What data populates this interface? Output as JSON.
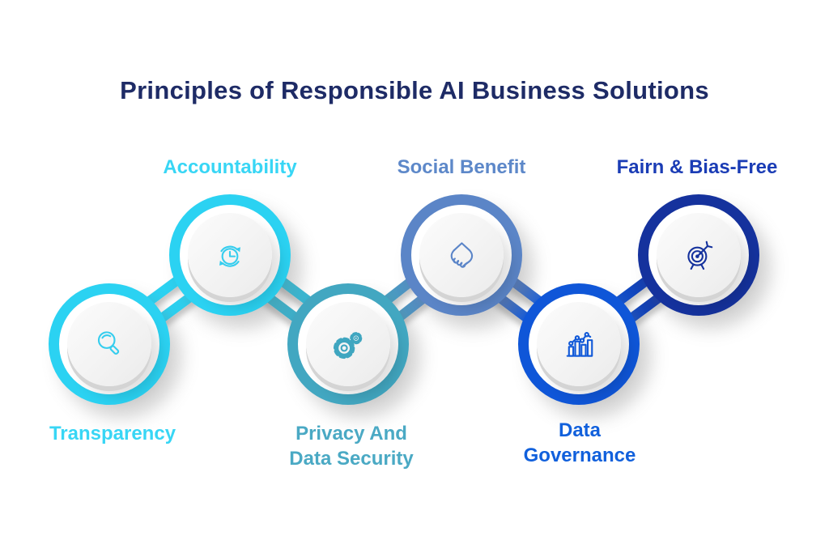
{
  "title": "Principles of Responsible AI Business Solutions",
  "title_color": "#1e2b66",
  "background_color": "#ffffff",
  "nodes": [
    {
      "label": "Transparency",
      "icon": "magnifier-icon",
      "ring_color": "#2bd2f2",
      "label_color": "#38d6f5",
      "row": "bottom"
    },
    {
      "label": "Accountability",
      "icon": "history-clock-icon",
      "ring_color": "#2bd2f2",
      "label_color": "#38d6f5",
      "row": "top"
    },
    {
      "label": "Privacy And\nData Security",
      "icon": "gears-icon",
      "ring_color": "#42a7c1",
      "label_color": "#4aa9c4",
      "row": "bottom"
    },
    {
      "label": "Social Benefit",
      "icon": "handshake-icon",
      "ring_color": "#5b85c7",
      "label_color": "#5d88c9",
      "row": "top"
    },
    {
      "label": "Data\nGovernance",
      "icon": "bar-chart-icon",
      "ring_color": "#0f56d8",
      "label_color": "#1160dc",
      "row": "bottom"
    },
    {
      "label": "Fairn & Bias-Free",
      "icon": "target-arrow-icon",
      "ring_color": "#15329d",
      "label_color": "#1a3cb5",
      "row": "top"
    }
  ],
  "connectors": [
    {
      "from": "Transparency",
      "to": "Accountability",
      "colors": [
        "#2bd2f2",
        "#2bd2f2"
      ]
    },
    {
      "from": "Accountability",
      "to": "Privacy And Data Security",
      "colors": [
        "#2bd2f2",
        "#42a7c1"
      ]
    },
    {
      "from": "Privacy And Data Security",
      "to": "Social Benefit",
      "colors": [
        "#42a7c1",
        "#5b85c7"
      ]
    },
    {
      "from": "Social Benefit",
      "to": "Data Governance",
      "colors": [
        "#5b85c7",
        "#0f56d8"
      ]
    },
    {
      "from": "Data Governance",
      "to": "Fairn & Bias-Free",
      "colors": [
        "#0f56d8",
        "#15329d"
      ]
    }
  ]
}
